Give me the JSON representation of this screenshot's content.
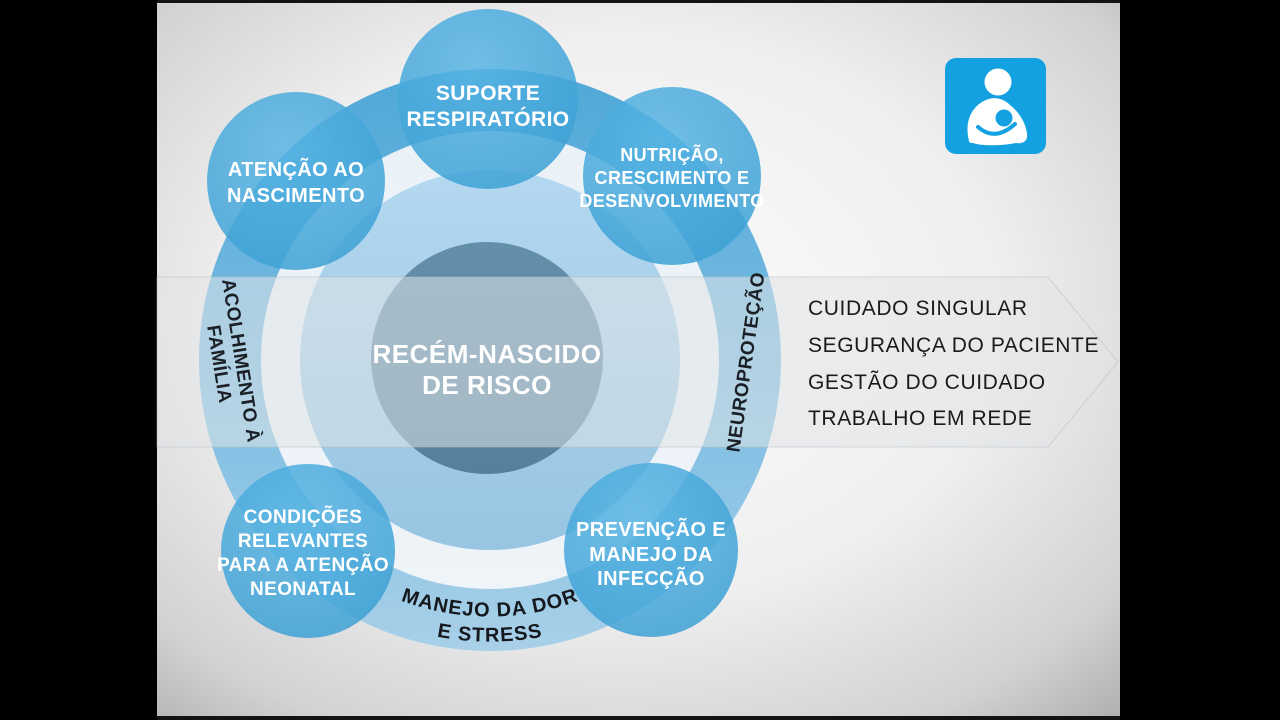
{
  "title": "Recém-nascido de risco care diagram",
  "center": {
    "lines": [
      "RECÉM-NASCIDO",
      "DE RISCO"
    ],
    "color": "#5e8aa6"
  },
  "petals": [
    {
      "id": "atencao-ao-nascimento",
      "lines": [
        "ATENÇÃO AO",
        "NASCIMENTO"
      ]
    },
    {
      "id": "suporte-respiratorio",
      "lines": [
        "SUPORTE",
        "RESPIRATÓRIO"
      ]
    },
    {
      "id": "nutricao-crescimento",
      "lines": [
        "NUTRIÇÃO,",
        "CRESCIMENTO E",
        "DESENVOLVIMENTO"
      ]
    },
    {
      "id": "condicoes-relevantes",
      "lines": [
        "CONDIÇÕES",
        "RELEVANTES",
        "PARA A ATENÇÃO",
        "NEONATAL"
      ]
    },
    {
      "id": "prevencao-infeccao",
      "lines": [
        "PREVENÇÃO E",
        "MANEJO DA",
        "INFECÇÃO"
      ]
    }
  ],
  "ring_labels": {
    "left": {
      "lines": [
        "ACOLHIMENTO À",
        "FAMÍLIA"
      ]
    },
    "right": {
      "text": "NEUROPROTEÇÃO"
    },
    "bottom": {
      "lines": [
        "MANEJO DA DOR",
        "E STRESS"
      ]
    }
  },
  "arrow": {
    "items": [
      "CUIDADO SINGULAR",
      "SEGURANÇA DO PACIENTE",
      "GESTÃO DO CUIDADO",
      "TRABALHO EM REDE"
    ]
  },
  "icon": {
    "name": "breastfeeding-icon",
    "color": "#14a1e1"
  },
  "colors": {
    "petal_blue": "#3fa6d9",
    "outer_ring_top": "#4fa8d8",
    "outer_ring_bottom": "#a8d0e8",
    "white_ring": "#f2f6f9",
    "inner_disc": "#a6d0ec",
    "center_circle": "#5e8aa6",
    "arrow_band": "#e0e3e6",
    "text_dark": "#1a1a1a",
    "bars": "#000000"
  }
}
